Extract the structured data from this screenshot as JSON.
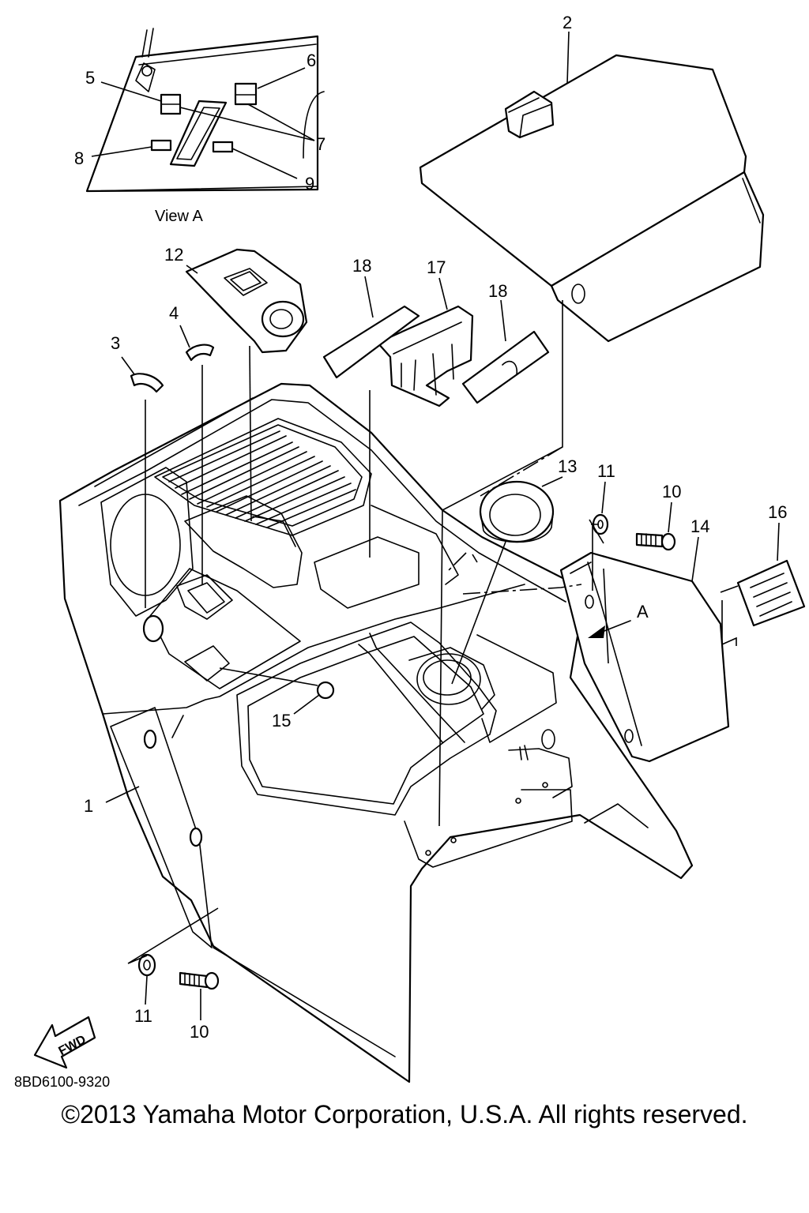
{
  "diagram": {
    "view_label": "View A",
    "view_arrow_label": "A",
    "fwd_label": "FWD",
    "part_code": "8BD6100-9320",
    "copyright": "©2013 Yamaha Motor Corporation, U.S.A. All rights reserved.",
    "callouts": {
      "c1": "1",
      "c2": "2",
      "c3": "3",
      "c4": "4",
      "c5": "5",
      "c6": "6",
      "c7": "7",
      "c8": "8",
      "c9": "9",
      "c10a": "10",
      "c10b": "10",
      "c11a": "11",
      "c11b": "11",
      "c12": "12",
      "c13": "13",
      "c14": "14",
      "c15": "15",
      "c16": "16",
      "c17": "17",
      "c18a": "18",
      "c18b": "18"
    }
  }
}
